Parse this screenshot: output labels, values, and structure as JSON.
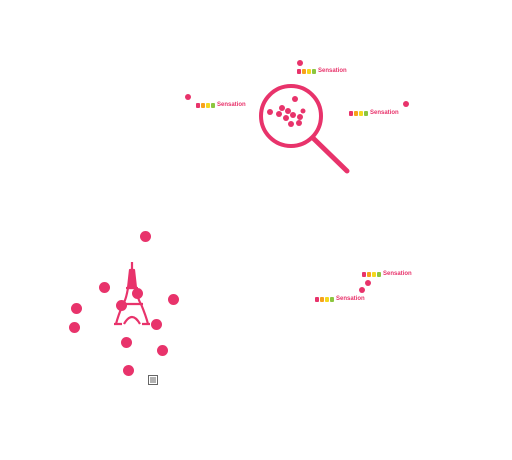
{
  "colors": {
    "accent": "#e8336b",
    "brand_orange": "#f7a21b",
    "brand_yellow": "#f4d81e",
    "brand_green": "#8cc63f",
    "icon_gray": "#666666"
  },
  "brand_labels": [
    {
      "word": "Sensation"
    },
    {
      "word": "Sensation"
    },
    {
      "word": "Sensation"
    },
    {
      "word": "Sensation"
    },
    {
      "word": "Sensation"
    }
  ],
  "icons": {
    "magnifier": "search-icon",
    "tower": "eiffel-tower-icon",
    "small": "document-icon"
  }
}
